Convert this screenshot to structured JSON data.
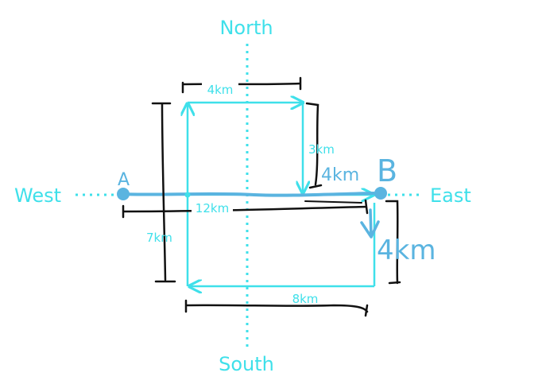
{
  "compass": {
    "north": "North",
    "south": "South",
    "east": "East",
    "west": "West"
  },
  "points": {
    "a": "A",
    "b": "B"
  },
  "distances": {
    "top": "4km",
    "right_up": "3km",
    "left": "7km",
    "bottom": "8km",
    "middle": "12km"
  },
  "annotations": {
    "east_leg": "4km",
    "south_leg": "4km"
  },
  "colors": {
    "path": "#3fe0ea",
    "ink": "#111111",
    "handwriting": "#5ab4e0"
  }
}
